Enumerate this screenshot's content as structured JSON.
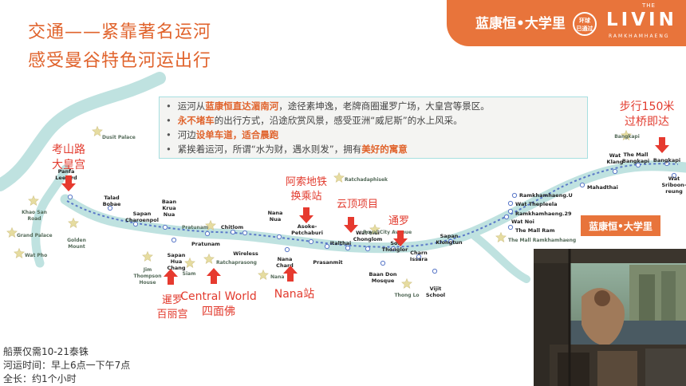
{
  "title": {
    "line1": "交通——紧靠著名运河",
    "line2": "感受曼谷特色河运出行"
  },
  "brand": {
    "name": "蓝康恒•大学里",
    "badge_line1": "环球",
    "badge_line2": "已通过",
    "the": "THE",
    "livin": "LIVIN",
    "sub": "RAMKHAMHAENG"
  },
  "bullets": [
    {
      "parts": [
        {
          "t": "运河从"
        },
        {
          "t": "蓝康恒直达湄南河",
          "hl": true
        },
        {
          "t": "，途径素坤逸，老牌商圈暹罗广场，大皇宫等景区。"
        }
      ]
    },
    {
      "parts": [
        {
          "t": "永不堵车",
          "hl": true
        },
        {
          "t": "的出行方式，沿途欣赏风景，感受亚洲“威尼斯”的水上风采。"
        }
      ]
    },
    {
      "parts": [
        {
          "t": "河边"
        },
        {
          "t": "设单车道，适合晨跑",
          "hl": true
        }
      ]
    },
    {
      "parts": [
        {
          "t": "紧挨着运河，所谓“水为财，遇水则发”，拥有"
        },
        {
          "t": "美好的寓意",
          "hl": true
        }
      ]
    }
  ],
  "map": {
    "colors": {
      "river": "#bfe2e0",
      "route": "#5a78c8",
      "orange": "#e8743b",
      "red": "#e63a2f",
      "star": "#e6dca0",
      "annotation": "#e23b2e"
    },
    "annotations": {
      "palace": [
        "考山路",
        "大皇宫"
      ],
      "mall": [
        "步行150米",
        "过桥即达"
      ],
      "asoke": [
        "阿索地铁",
        "换乘站"
      ],
      "cloud": [
        "云顶项目"
      ],
      "thonglor": [
        "通罗"
      ],
      "siam": [
        "暹罗",
        "百丽宫"
      ],
      "cw": [
        "Central World",
        "四面佛"
      ],
      "nana": [
        "Nana站"
      ]
    },
    "project_label": "蓝康恒•大学里",
    "stations": [
      {
        "lines": [
          "Panfa",
          "Leelard"
        ]
      },
      {
        "lines": [
          "Talad",
          "Bobae"
        ]
      },
      {
        "lines": [
          "Sapan",
          "Charoenpol"
        ]
      },
      {
        "lines": [
          "Baan",
          "Krua",
          "Nua"
        ]
      },
      {
        "lines": [
          "Sapan",
          "Hua",
          "Chang"
        ]
      },
      {
        "lines": [
          "Pratunam"
        ]
      },
      {
        "lines": [
          "Wireless"
        ]
      },
      {
        "lines": [
          "Chitlom"
        ]
      },
      {
        "lines": [
          "Nana",
          "Nua"
        ]
      },
      {
        "lines": [
          "Nana",
          "Chard"
        ]
      },
      {
        "lines": [
          "Asoke-",
          "Petchaburi"
        ]
      },
      {
        "lines": [
          "Prasanmit"
        ]
      },
      {
        "lines": [
          "Italthai"
        ]
      },
      {
        "lines": [
          "Wat Mai",
          "Chonglom"
        ]
      },
      {
        "lines": [
          "Soi",
          "Thonglor"
        ]
      },
      {
        "lines": [
          "Baan Don",
          "Mosque"
        ]
      },
      {
        "lines": [
          "Charn",
          "Issara"
        ]
      },
      {
        "lines": [
          "Vijit",
          "School"
        ]
      },
      {
        "lines": [
          "Sapan",
          "Klongtun"
        ]
      },
      {
        "lines": [
          "Wat Noi"
        ]
      },
      {
        "lines": [
          "The Mall Ram"
        ]
      },
      {
        "lines": [
          "Ramkhamhaeng.29"
        ]
      },
      {
        "lines": [
          "Wat Thepleela"
        ]
      },
      {
        "lines": [
          "Ramkhamhaeng.U"
        ]
      },
      {
        "lines": [
          "Mahadthai"
        ]
      },
      {
        "lines": [
          "Wat",
          "Klang"
        ]
      },
      {
        "lines": [
          "The Mall",
          "Bangkapi"
        ]
      },
      {
        "lines": [
          "Bangkapi"
        ]
      },
      {
        "lines": [
          "Wat",
          "Sriboon-",
          "reung"
        ]
      }
    ],
    "landmarks": [
      {
        "lines": [
          "Dusit Palace"
        ]
      },
      {
        "lines": [
          "Khao San",
          "Road"
        ]
      },
      {
        "lines": [
          "Grand Palace"
        ]
      },
      {
        "lines": [
          "Wat Pho"
        ]
      },
      {
        "lines": [
          "Golden",
          "Mount"
        ]
      },
      {
        "lines": [
          "Pratunam"
        ]
      },
      {
        "lines": [
          "Jim",
          "Thompson",
          "House"
        ]
      },
      {
        "lines": [
          "Siam"
        ]
      },
      {
        "lines": [
          "Ratchaprasong"
        ]
      },
      {
        "lines": [
          "Nana"
        ]
      },
      {
        "lines": [
          "Ratchadaphisek"
        ]
      },
      {
        "lines": [
          "Royal City Avenue"
        ]
      },
      {
        "lines": [
          "Thong Lo"
        ]
      },
      {
        "lines": [
          "Bangkapi"
        ]
      },
      {
        "lines": [
          "The Mall Ramkhamhaeng"
        ]
      }
    ]
  },
  "ticket": {
    "price": "船票仅需10-21泰铢",
    "hours": "河运时间：早上6点一下午7点",
    "duration": "全长：约1个小时"
  }
}
